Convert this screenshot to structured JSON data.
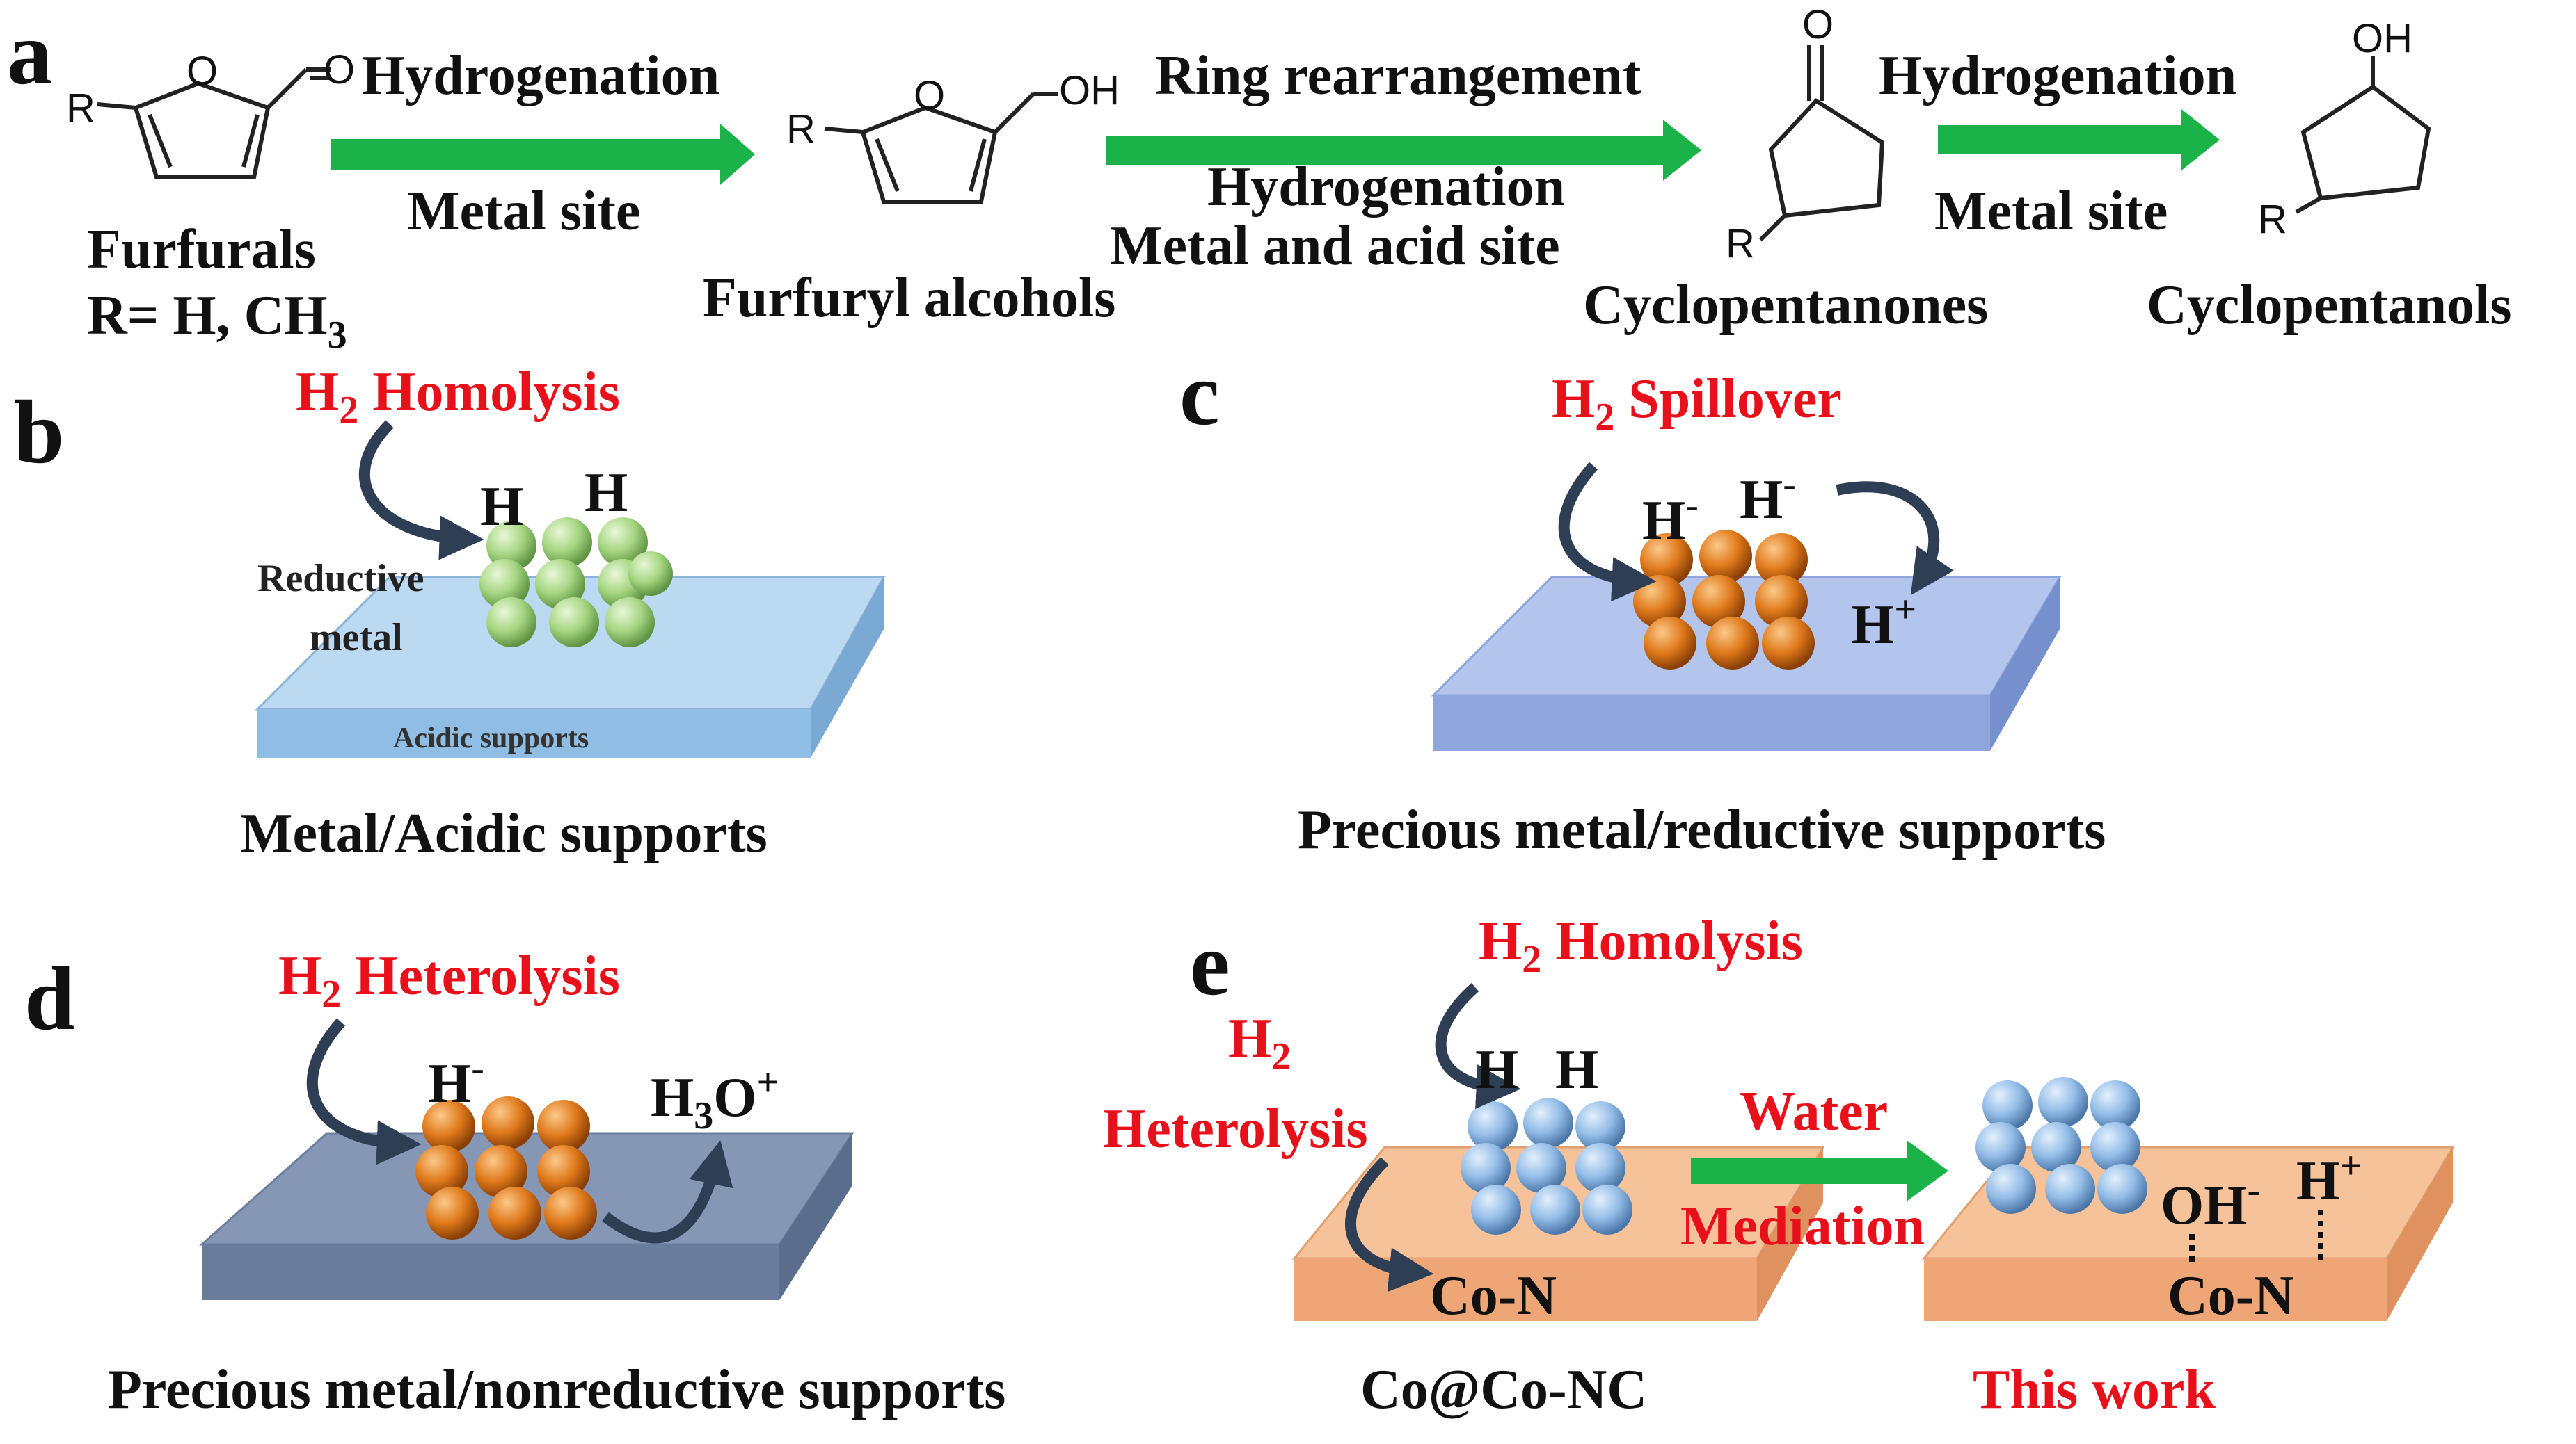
{
  "panels": {
    "a": "a",
    "b": "b",
    "c": "c",
    "d": "d",
    "e": "e"
  },
  "panel_a": {
    "step1": {
      "top": "Hydrogenation",
      "bottom": "Metal site"
    },
    "step2": {
      "top": "Ring rearrangement",
      "mid": "Hydrogenation",
      "bottom": "Metal  and acid site"
    },
    "step3": {
      "top": "Hydrogenation",
      "bottom": "Metal site"
    },
    "compounds": {
      "furfurals": "Furfurals",
      "r_def": "R= H, CH",
      "r_def_sub": "3",
      "furfuryl_alcohols": "Furfuryl alcohols",
      "cyclopentanones": "Cyclopentanones",
      "cyclopentanols": "Cyclopentanols"
    },
    "atoms": {
      "R": "R",
      "O": "O",
      "OH": "OH"
    }
  },
  "panel_b": {
    "title_h": "H",
    "title_sub": "2",
    "title_rest": " Homolysis",
    "h1": "H",
    "h2": "H",
    "metal_label_1": "Reductive",
    "metal_label_2": "metal",
    "support_label": "Acidic supports",
    "caption": "Metal/Acidic supports"
  },
  "panel_c": {
    "title_h": "H",
    "title_sub": "2",
    "title_rest": " Spillover",
    "h_minus_1": "H",
    "h_minus_2": "H",
    "minus": "-",
    "h_plus": "H",
    "plus": "+",
    "caption": "Precious metal/reductive supports"
  },
  "panel_d": {
    "title_h": "H",
    "title_sub": "2",
    "title_rest": " Heterolysis",
    "h_minus": "H",
    "minus": "-",
    "h3o_h": "H",
    "h3o_sub": "3",
    "h3o_o": "O",
    "plus": "+",
    "caption": "Precious metal/nonreductive supports"
  },
  "panel_e": {
    "homolysis_h": "H",
    "homolysis_sub": "2",
    "homolysis_rest": " Homolysis",
    "heterolysis_h": "H",
    "heterolysis_sub": "2",
    "heterolysis_word": "Heterolysis",
    "h1": "H",
    "h2": "H",
    "con_left": "Co-N",
    "water": "Water",
    "mediation": "Mediation",
    "oh": "OH",
    "minus": "-",
    "h_plus": "H",
    "plus": "+",
    "con_right": "Co-N",
    "caption_left": "Co@Co-NC",
    "caption_right": "This work"
  },
  "colors": {
    "highlight_red": "#e8101a",
    "arrow_green": "#1bb24a",
    "curved_arrow": "#2e3f55",
    "metal_green": "#9ed17a",
    "metal_orange": "#e07a1c",
    "metal_blue": "#8cb6e3",
    "support_light_blue": "#a9cdec",
    "support_periwinkle": "#9eb4e6",
    "support_slate": "#7f92b0",
    "support_peach": "#f3b78a"
  }
}
